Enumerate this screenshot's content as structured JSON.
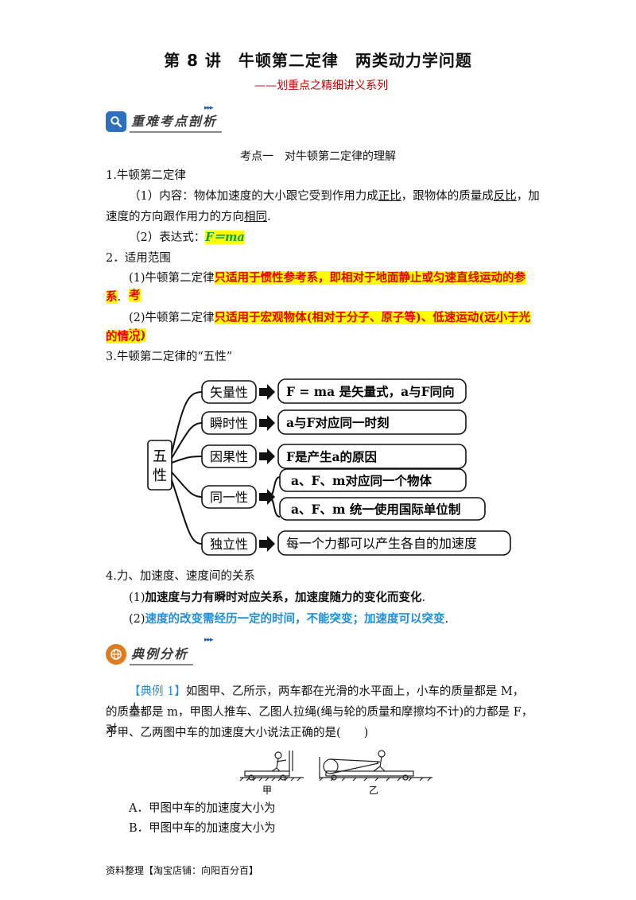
{
  "header": {
    "title": "第 8 讲　牛顿第二定律　两类动力学问题",
    "subtitle": "——划重点之精细讲义系列"
  },
  "section1": {
    "badge_label": "重难考点剖析",
    "arrows": "▸▸▸"
  },
  "topic": {
    "heading": "考点一　对牛顿第二定律的理解"
  },
  "law": {
    "h": "1.牛顿第二定律",
    "c1": "（1）内容：物体加速度的大小跟它受到作用力成",
    "c1_u1": "正比",
    "c1_mid": "，跟物体的质量成",
    "c1_u2": "反比",
    "c1_end": "，加",
    "c2": "速度的方向跟作用力的方向",
    "c2_u": "相同",
    "c2_end": ".",
    "e_label": "（2）表达式：",
    "e_formula": "F＝ma"
  },
  "scope": {
    "h": "2．适用范围",
    "i1_pre": "(1)牛顿第二定律",
    "i1_hl_a": "只适用于惯性参考系，即相对于地面静止或匀速直线运动的参考",
    "i1_hl_b": "系",
    "i1_end": ".",
    "i2_pre": "(2)牛顿第二定律",
    "i2_hl_a": "只适用于宏观物体(相对于分子、原子等)、低速运动(远小于光速)",
    "i2_hl_b": "的情况",
    "i2_end": "."
  },
  "five": {
    "h": "3.牛顿第二定律的“五性”",
    "center_a": "五",
    "center_b": "性",
    "p1": "矢量性",
    "d1": "F = ma 是矢量式，a与F同向",
    "p2": "瞬时性",
    "d2": "a与F对应同一时刻",
    "p3": "因果性",
    "d3": "F是产生a的原因",
    "p4": "同一性",
    "d4a": "a、F、m对应同一个物体",
    "d4b": "a、F、m 统一使用国际单位制",
    "p5": "独立性",
    "d5": "每一个力都可以产生各自的加速度"
  },
  "relation": {
    "h": "4.力、加速度、速度间的关系",
    "i1_n": "(1)",
    "i1": "加速度与力有瞬时对应关系，加速度随力的变化而变化",
    "i1_end": ".",
    "i2_n": "(2)",
    "i2": "速度的改变需经历一定的时间，不能突变；加速度可以突变",
    "i2_end": "."
  },
  "section2": {
    "badge_label": "典例分析",
    "arrows": "▸▸▸"
  },
  "example": {
    "tag": "【典例 1】",
    "l1": "如图甲、乙所示，两车都在光滑的水平面上，小车的质量都是 M，人",
    "l2": "的质量都是 m，甲图人推车、乙图人拉绳(绳与轮的质量和摩擦均不计)的力都是 F，对",
    "l3": "于甲、乙两图中车的加速度大小说法正确的是(　　)",
    "fig_a": "甲",
    "fig_b": "乙",
    "optA": "A．甲图中车的加速度大小为",
    "optB": "B．甲图中车的加速度大小为"
  },
  "footer": {
    "text": "资料整理【淘宝店铺：向阳百分百】"
  },
  "colors": {
    "red": "#e00000",
    "highlight": "#ffff00",
    "blue": "#1f8fd8",
    "green": "#00a050",
    "badge": "#2f6fbf",
    "badge2": "#e07a1f"
  },
  "icons": {
    "section1": "search-icon",
    "section2": "globe-icon"
  }
}
